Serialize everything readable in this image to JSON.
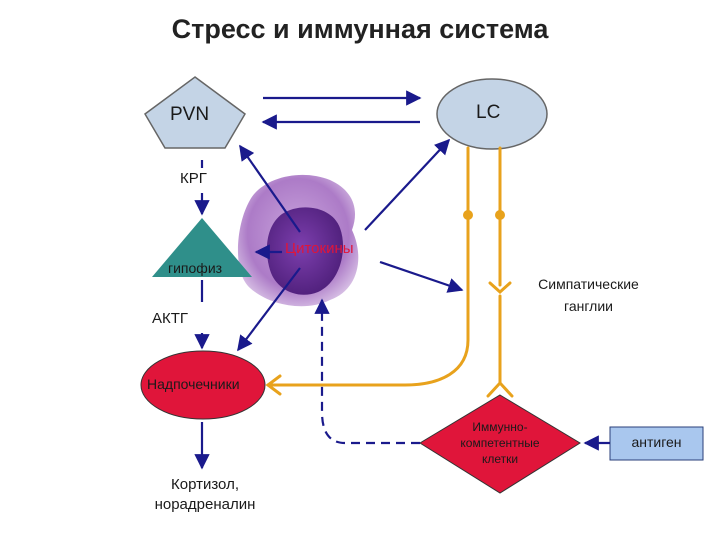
{
  "title": "Стресс и иммунная система",
  "nodes": {
    "pvn": "PVN",
    "lc": "LC",
    "krg": "КРГ",
    "hypophysis": "гипофиз",
    "actg": "АКТГ",
    "adrenals": "Надпочечники",
    "cytokines": "Цитокины",
    "ganglia_line1": "Симпатические",
    "ganglia_line2": "ганглии",
    "immune_line1": "Иммунно-",
    "immune_line2": "компетентные",
    "immune_line3": "клетки",
    "antigen": "антиген",
    "output_line1": "Кортизол,",
    "output_line2": "норадреналин"
  },
  "colors": {
    "arrow": "#1a1a8c",
    "nerve": "#e8a21c",
    "pvn_fill": "#c4d4e6",
    "lc_fill": "#c4d4e6",
    "hypophysis_fill": "#2f8f8a",
    "adrenals_fill": "#e0153a",
    "immune_fill": "#e0153a",
    "cytokines_text": "#e0153a",
    "antigen_fill": "#a9c7ee",
    "cell_fill": "#b07cc9",
    "nucleus_fill": "#6b2f9a"
  }
}
